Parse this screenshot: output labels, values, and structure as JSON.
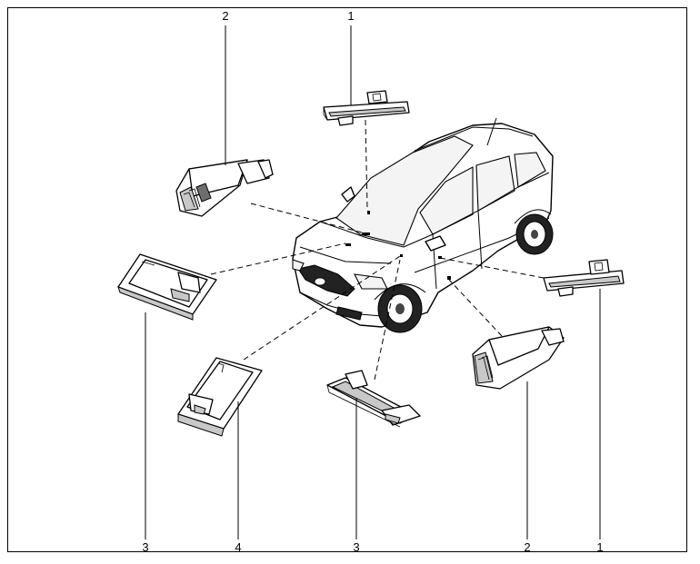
{
  "callouts": {
    "top_left": "2",
    "top_center": "1",
    "bottom_1": "3",
    "bottom_2": "4",
    "bottom_3": "3",
    "bottom_4": "2",
    "bottom_5": "1"
  }
}
